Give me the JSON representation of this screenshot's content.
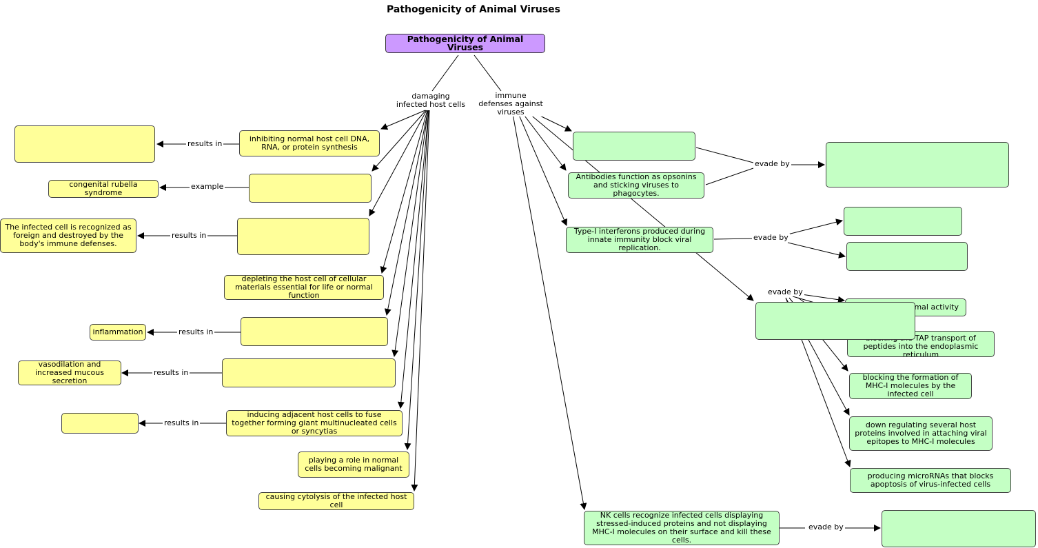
{
  "title": "Pathogenicity of Animal Viruses",
  "root": "Pathogenicity of Animal Viruses",
  "branches": {
    "damaging": "damaging infected host cells",
    "immune": "immune defenses against viruses"
  },
  "damaging_nodes": {
    "inhibiting": "inhibiting normal host cell DNA, RNA, or protein synthesis",
    "blank_example": "",
    "blank_recognized": "",
    "depleting": "depleting the host cell of cellular materials essential for life or normal function",
    "blank_inflammation": "",
    "blank_vasodilation": "",
    "inducing": "inducing adjacent host cells to fuse together forming giant multinucleated cells or syncytias",
    "malignant": "playing a role in normal cells becoming malignant",
    "cytolysis": "causing cytolysis of the infected host cell"
  },
  "results_nodes": {
    "blank_top": "",
    "congenital": "congenital rubella syndrome",
    "recognized": "The infected cell is recognized as foreign and destroyed by the body's immune defenses.",
    "inflammation": "inflammation",
    "vasodilation": "vasodilation and increased mucous secretion",
    "blank_syncytia": ""
  },
  "immune_nodes": {
    "blank_first": "",
    "antibodies": "Antibodies function as opsonins and sticking viruses to phagocytes.",
    "interferons": "Type-I interferons produced during innate immunity block viral replication.",
    "blank_mhc": "",
    "nk": "NK cells recognize infected cells displaying stressed-induced proteins and not displaying MHC-I molecules on their surface and kill these cells."
  },
  "evasion_nodes": {
    "blank_antibody": "",
    "blank_ifn1": "",
    "blank_ifn2": "",
    "proteasomal": "...oteasomal activity",
    "tap": "blocking the TAP transport of peptides into the endoplasmic reticulum",
    "mhc_formation": "blocking the formation of MHC-I molecules by the infected cell",
    "down_regulating": "down regulating several host proteins involved in attaching viral epitopes to MHC-I molecules",
    "micrornas": "producing microRNAs that blocks apoptosis of virus-infected cells",
    "blank_nk": ""
  },
  "link_labels": {
    "results_in": "results in",
    "example": "example",
    "evade_by": "evade by"
  },
  "colors": {
    "damage_fill": "#ffff99",
    "immune_fill": "#c4ffc4",
    "root_fill": "#cc99ff"
  }
}
